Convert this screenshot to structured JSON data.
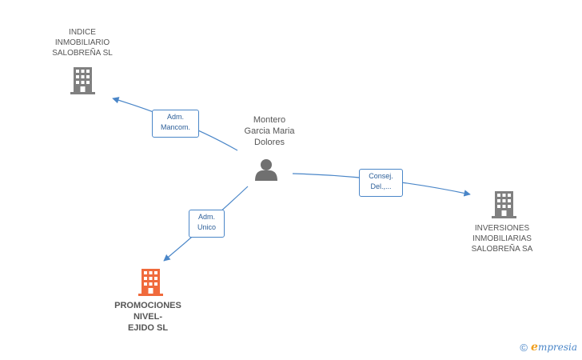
{
  "nodes": {
    "person": {
      "name": "Montero\nGarcia Maria\nDolores"
    },
    "indice": {
      "name": "INDICE\nINMOBILIARIO\nSALOBREÑA SL"
    },
    "inversiones": {
      "name": "INVERSIONES\nINMOBILIARIAS\nSALOBREÑA SA"
    },
    "promociones": {
      "name": "PROMOCIONES\nNIVEL-\nEJIDO SL"
    }
  },
  "edges": {
    "to_indice": {
      "label": "Adm.\nMancom."
    },
    "to_inversiones": {
      "label": "Consej.\nDel.,..."
    },
    "to_promociones": {
      "label": "Adm.\nUnico"
    }
  },
  "colors": {
    "company": "#808080",
    "company_highlight": "#f06a3c",
    "person": "#707070",
    "edge": "#4a86c8"
  },
  "icons": {
    "company": "building-icon",
    "person": "person-icon"
  },
  "footer": {
    "copyright": "©",
    "brand_e": "e",
    "brand_rest": "mpresia"
  }
}
